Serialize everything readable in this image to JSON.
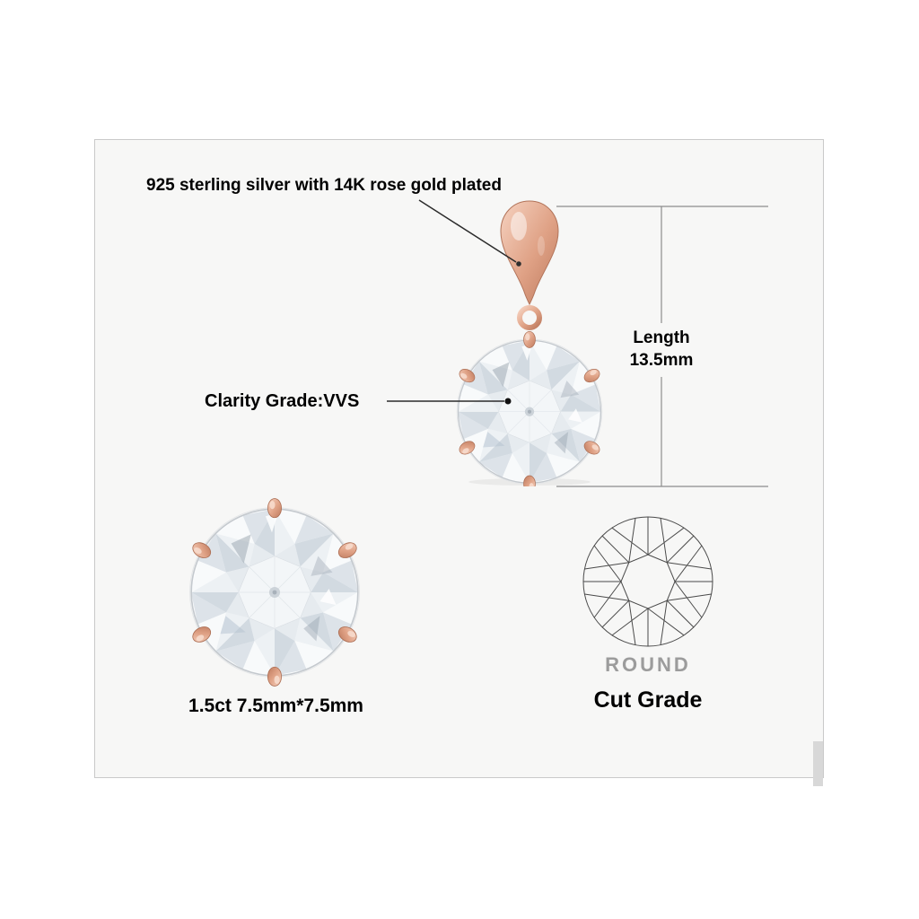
{
  "labels": {
    "material": "925 sterling silver with 14K rose gold plated",
    "clarity": "Clarity Grade:VVS",
    "length_label": "Length",
    "length_value": "13.5mm",
    "carat": "1.5ct 7.5mm*7.5mm",
    "shape": "ROUND",
    "cut_grade": "Cut Grade"
  },
  "colors": {
    "rose_gold_light": "#f6d2c0",
    "rose_gold": "#dfa185",
    "rose_gold_dark": "#bd7a5e",
    "panel_background": "#f7f7f6",
    "panel_border": "#c9c9c9",
    "annotation_line": "#2b2b2b",
    "dimension_line": "#8d8d8d",
    "wireframe_line": "#4a4a4a",
    "shape_text": "#9c9c9c",
    "text": "#000000",
    "scrollbar": "#d8d8d8"
  }
}
